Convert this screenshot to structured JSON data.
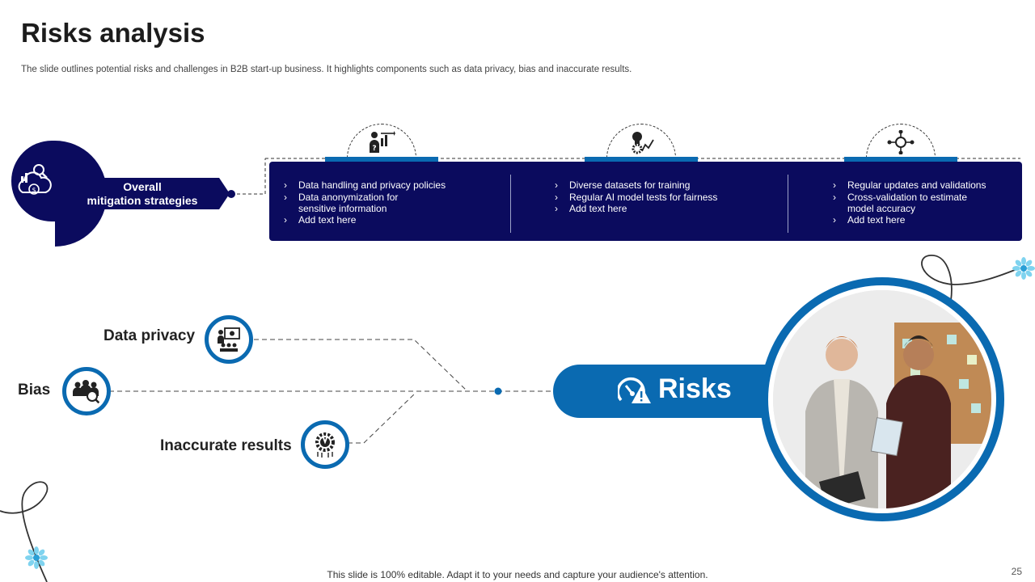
{
  "slide": {
    "title": "Risks analysis",
    "subtitle": "The slide outlines potential risks and challenges in B2B start-up business. It highlights components such as data privacy,  bias and inaccurate results.",
    "footer": "This slide is 100% editable. Adapt it to your needs and capture your audience's attention.",
    "page_number": "25"
  },
  "mitigation": {
    "label_line1": "Overall",
    "label_line2": "mitigation strategies",
    "columns": [
      {
        "items": [
          "Data handling and privacy policies",
          "Data anonymization for sensitive information",
          "Add text here"
        ]
      },
      {
        "items": [
          "Diverse datasets for training",
          "Regular AI model tests for fairness",
          "Add text here"
        ]
      },
      {
        "items": [
          "Regular updates and validations",
          "Cross-validation to estimate model accuracy",
          "Add text here"
        ]
      }
    ]
  },
  "risks": {
    "title": "Risks",
    "categories": [
      {
        "label": "Data privacy",
        "icon": "presentation-icon"
      },
      {
        "label": "Bias",
        "icon": "group-magnify-icon"
      },
      {
        "label": "Inaccurate results",
        "icon": "gear-wrench-icon"
      }
    ]
  },
  "colors": {
    "navy": "#0b0b5e",
    "blue": "#0a6ab1",
    "accent_light": "#5ec8ec"
  }
}
